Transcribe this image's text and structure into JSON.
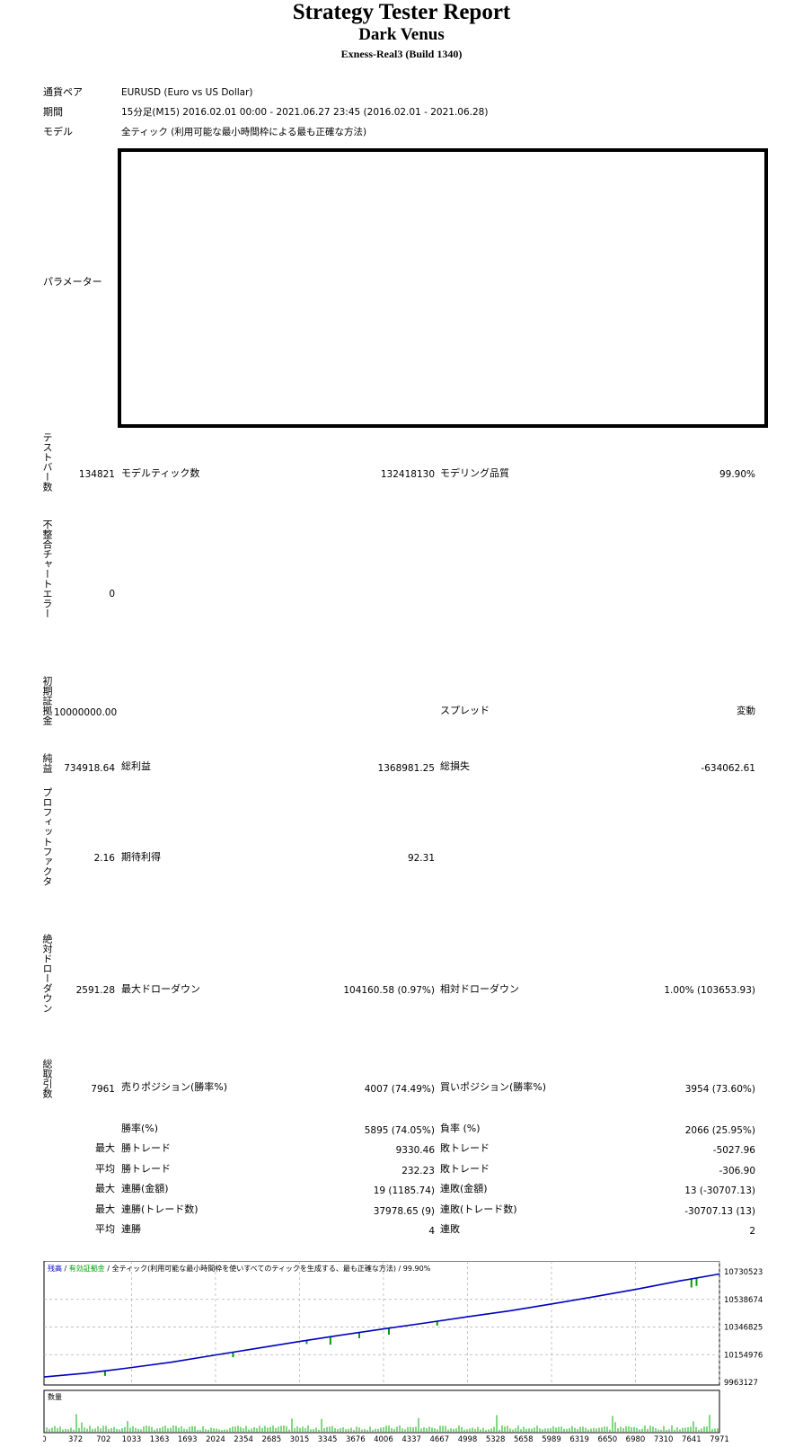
{
  "header": {
    "title": "Strategy Tester Report",
    "ea_name": "Dark Venus",
    "server": "Exness-Real3 (Build 1340)"
  },
  "info": {
    "symbol_label": "通貨ペア",
    "symbol_value": "EURUSD (Euro vs US Dollar)",
    "period_label": "期間",
    "period_value": "15分足(M15) 2016.02.01 00:00 - 2021.06.27 23:45 (2016.02.01 - 2021.06.28)",
    "model_label": "モデル",
    "model_value": "全ティック (利用可能な最小時間枠による最も正確な方法)",
    "params_label": "パラメーター"
  },
  "stats": {
    "bars_label": "テストバー数",
    "bars_value": "134821",
    "ticks_label": "モデルティック数",
    "ticks_value": "132418130",
    "quality_label": "モデリング品質",
    "quality_value": "99.90%",
    "mismatch_label": "不整合チャートエラー",
    "mismatch_value": "0",
    "deposit_label": "初期証拠金",
    "deposit_value": "10000000.00",
    "spread_label": "スプレッド",
    "spread_value": "変動",
    "net_label": "純益",
    "net_value": "734918.64",
    "gross_profit_label": "総利益",
    "gross_profit_value": "1368981.25",
    "gross_loss_label": "総損失",
    "gross_loss_value": "-634062.61",
    "pf_label": "プロフィットファクタ",
    "pf_value": "2.16",
    "payoff_label": "期待利得",
    "payoff_value": "92.31",
    "abs_dd_label": "絶対ドローダウン",
    "abs_dd_value": "2591.28",
    "max_dd_label": "最大ドローダウン",
    "max_dd_value": "104160.58 (0.97%)",
    "rel_dd_label": "相対ドローダウン",
    "rel_dd_value": "1.00% (103653.93)",
    "trades_label": "総取引数",
    "trades_value": "7961",
    "short_label": "売りポジション(勝率%)",
    "short_value": "4007 (74.49%)",
    "long_label": "買いポジション(勝率%)",
    "long_value": "3954 (73.60%)",
    "win_pct_label": "勝率(%)",
    "win_pct_value": "5895 (74.05%)",
    "loss_pct_label": "負率 (%)",
    "loss_pct_value": "2066 (25.95%)",
    "max1_label": "最大",
    "max_win_trade_label": "勝トレード",
    "max_win_trade_value": "9330.46",
    "max_loss_trade_label": "敗トレード",
    "max_loss_trade_value": "-5027.96",
    "avg_label": "平均",
    "avg_win_trade_label": "勝トレード",
    "avg_win_trade_value": "232.23",
    "avg_loss_trade_label": "敗トレード",
    "avg_loss_trade_value": "-306.90",
    "max2_label": "最大",
    "cons_win_money_label": "連勝(金額)",
    "cons_win_money_value": "19 (1185.74)",
    "cons_loss_money_label": "連敗(金額)",
    "cons_loss_money_value": "13 (-30707.13)",
    "max3_label": "最大",
    "cons_win_count_label": "連勝(トレード数)",
    "cons_win_count_value": "37978.65 (9)",
    "cons_loss_count_label": "連敗(トレード数)",
    "cons_loss_count_value": "-30707.13 (13)",
    "avg2_label": "平均",
    "avg_cons_win_label": "連勝",
    "avg_cons_win_value": "4",
    "avg_cons_loss_label": "連敗",
    "avg_cons_loss_value": "2"
  },
  "chart_data": {
    "type": "line",
    "legend": [
      "残高",
      "有効証拠金",
      "全ティック(利用可能な最小時間枠を使いすべてのティックを生成する、最も正確な方法)",
      "99.90%"
    ],
    "colors": {
      "balance": "#0000c0",
      "equity": "#00a000",
      "volume": "#00b000",
      "grid": "#b0b0b0"
    },
    "volume_label": "数量",
    "y_ticks": [
      "10730523",
      "10538674",
      "10346825",
      "10154976",
      "9963127"
    ],
    "ylim": [
      9963127,
      10730523
    ],
    "x_ticks": [
      "0",
      "372",
      "702",
      "1033",
      "1363",
      "1693",
      "2024",
      "2354",
      "2685",
      "3015",
      "3345",
      "3676",
      "4006",
      "4337",
      "4667",
      "4998",
      "5328",
      "5658",
      "5989",
      "6319",
      "6650",
      "6980",
      "7310",
      "7641",
      "7971"
    ],
    "xlim": [
      0,
      7971
    ],
    "balance": [
      [
        0,
        10000000
      ],
      [
        500,
        10027000
      ],
      [
        1000,
        10063000
      ],
      [
        1500,
        10102000
      ],
      [
        2000,
        10150000
      ],
      [
        2500,
        10198000
      ],
      [
        3000,
        10245000
      ],
      [
        3500,
        10290000
      ],
      [
        4000,
        10333000
      ],
      [
        4500,
        10375000
      ],
      [
        5000,
        10418000
      ],
      [
        5500,
        10460000
      ],
      [
        6000,
        10508000
      ],
      [
        6500,
        10558000
      ],
      [
        7000,
        10610000
      ],
      [
        7500,
        10667000
      ],
      [
        7971,
        10715000
      ]
    ],
    "equity_dips": [
      [
        720,
        35000
      ],
      [
        2230,
        35000
      ],
      [
        3100,
        25000
      ],
      [
        3380,
        55000
      ],
      [
        3720,
        40000
      ],
      [
        4070,
        45000
      ],
      [
        4640,
        30000
      ],
      [
        7640,
        60000
      ],
      [
        7700,
        55000
      ]
    ]
  }
}
